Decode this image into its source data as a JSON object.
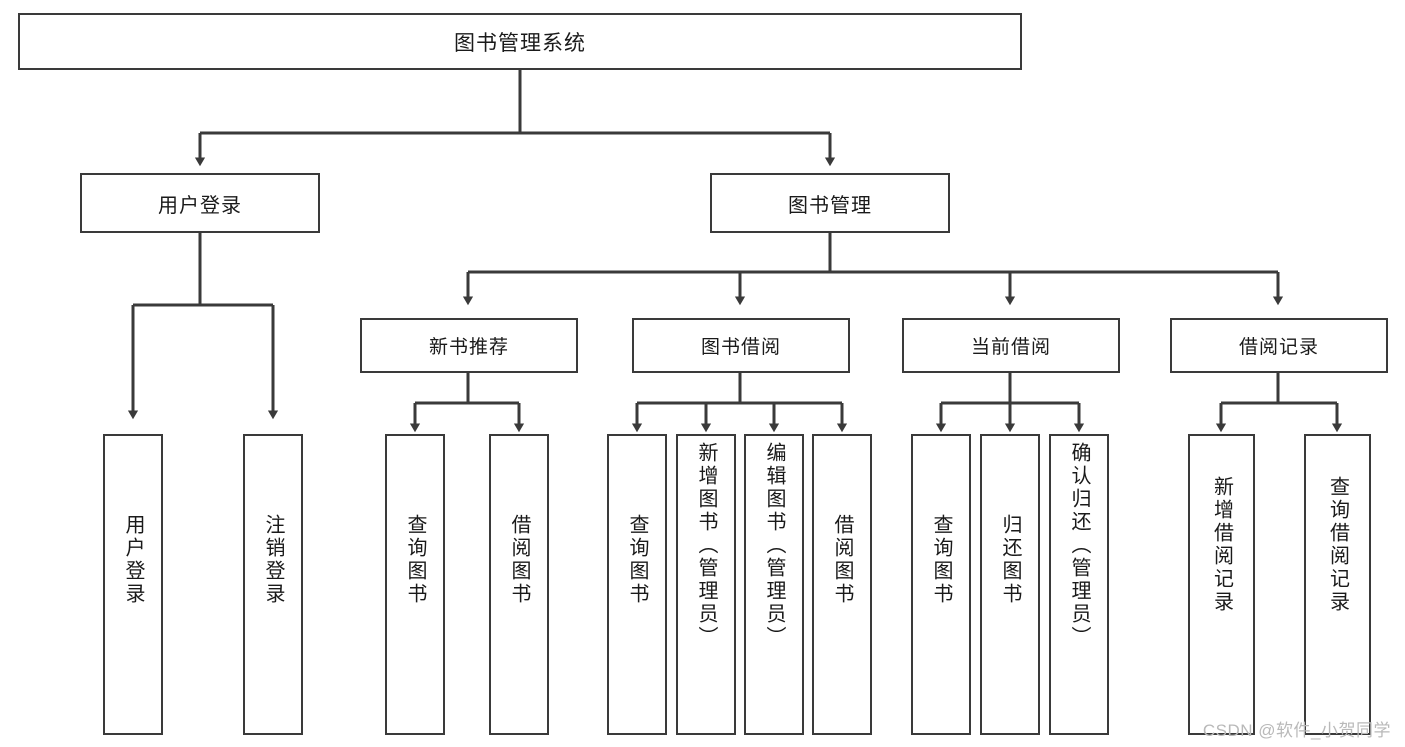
{
  "diagram": {
    "title": "图书管理系统",
    "type": "tree-hierarchy",
    "watermark": "CSDN @软件_小贺同学",
    "colors": {
      "background": "#ffffff",
      "box_border": "#3a3a3a",
      "box_fill": "#ffffff",
      "text": "#1a1a1a",
      "connector": "#3a3a3a",
      "watermark": "#b9b9b9"
    },
    "root": {
      "label": "图书管理系统",
      "orientation": "horizontal"
    },
    "level1": [
      {
        "label": "用户登录",
        "orientation": "horizontal"
      },
      {
        "label": "图书管理",
        "orientation": "horizontal"
      }
    ],
    "level2": [
      {
        "label": "新书推荐",
        "orientation": "horizontal",
        "parent": "图书管理"
      },
      {
        "label": "图书借阅",
        "orientation": "horizontal",
        "parent": "图书管理"
      },
      {
        "label": "当前借阅",
        "orientation": "horizontal",
        "parent": "图书管理"
      },
      {
        "label": "借阅记录",
        "orientation": "horizontal",
        "parent": "图书管理"
      }
    ],
    "leaves": {
      "user_login": [
        {
          "label": "用户登录",
          "orientation": "vertical"
        },
        {
          "label": "注销登录",
          "orientation": "vertical"
        }
      ],
      "new_book_recommend": [
        {
          "label": "查询图书",
          "orientation": "vertical"
        },
        {
          "label": "借阅图书",
          "orientation": "vertical"
        }
      ],
      "book_borrow": [
        {
          "label": "查询图书",
          "orientation": "vertical"
        },
        {
          "label": "新增图书（管理员）",
          "orientation": "vertical"
        },
        {
          "label": "编辑图书（管理员）",
          "orientation": "vertical"
        },
        {
          "label": "借阅图书",
          "orientation": "vertical"
        }
      ],
      "current_borrow": [
        {
          "label": "查询图书",
          "orientation": "vertical"
        },
        {
          "label": "归还图书",
          "orientation": "vertical"
        },
        {
          "label": "确认归还（管理员）",
          "orientation": "vertical"
        }
      ],
      "borrow_record": [
        {
          "label": "新增借阅记录",
          "orientation": "vertical"
        },
        {
          "label": "查询借阅记录",
          "orientation": "vertical"
        }
      ]
    }
  }
}
